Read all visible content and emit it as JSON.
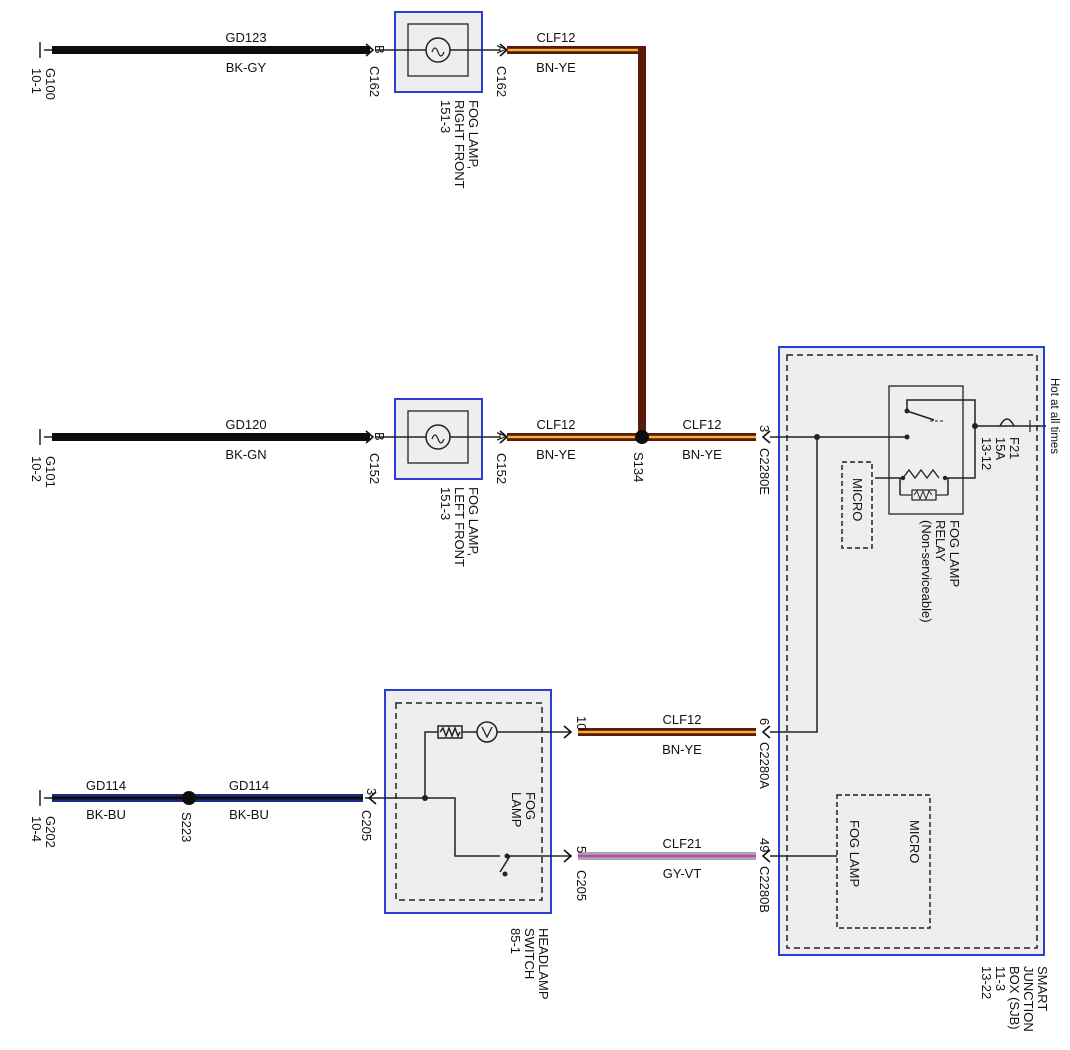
{
  "grounds": {
    "g100": {
      "name": "G100",
      "ref": "10-1"
    },
    "g101": {
      "name": "G101",
      "ref": "10-2"
    },
    "g202": {
      "name": "G202",
      "ref": "10-4"
    }
  },
  "wires": {
    "gd123": {
      "circuit": "GD123",
      "color": "BK-GY"
    },
    "gd120": {
      "circuit": "GD120",
      "color": "BK-GN"
    },
    "gd114a": {
      "circuit": "GD114",
      "color": "BK-BU"
    },
    "gd114b": {
      "circuit": "GD114",
      "color": "BK-BU"
    },
    "clf12_top": {
      "circuit": "CLF12",
      "color": "BN-YE"
    },
    "clf12_mid_left": {
      "circuit": "CLF12",
      "color": "BN-YE"
    },
    "clf12_mid_right": {
      "circuit": "CLF12",
      "color": "BN-YE"
    },
    "clf12_low": {
      "circuit": "CLF12",
      "color": "BN-YE"
    },
    "clf21": {
      "circuit": "CLF21",
      "color": "GY-VT"
    }
  },
  "connectors": {
    "c162_left": {
      "name": "C162",
      "pin": "B"
    },
    "c162_right": {
      "name": "C162",
      "pin": "A"
    },
    "c152_left": {
      "name": "C152",
      "pin": "B"
    },
    "c152_right": {
      "name": "C152",
      "pin": "A"
    },
    "c2280e": {
      "name": "C2280E",
      "pin": "3"
    },
    "c2280a": {
      "name": "C2280A",
      "pin": "6"
    },
    "c2280b": {
      "name": "C2280B",
      "pin": "49"
    },
    "c205_left": {
      "name": "C205",
      "pin": "3"
    },
    "c205_right_10": {
      "pin": "10"
    },
    "c205_right": {
      "name": "C205",
      "pin": "5"
    }
  },
  "splices": {
    "s134": "S134",
    "s223": "S223"
  },
  "components": {
    "fog_right": {
      "lines": [
        "FOG LAMP,",
        "RIGHT FRONT",
        "151-3"
      ]
    },
    "fog_left": {
      "lines": [
        "FOG LAMP,",
        "LEFT FRONT",
        "151-3"
      ]
    },
    "headlamp_switch": {
      "lines": [
        "HEADLAMP",
        "SWITCH",
        "85-1"
      ]
    },
    "switch_internal": {
      "lines": [
        "FOG",
        "LAMP"
      ]
    },
    "sjb": {
      "lines": [
        "SMART",
        "JUNCTION",
        "BOX (SJB)",
        "11-3",
        "13-22"
      ]
    },
    "relay": {
      "lines": [
        "FOG LAMP",
        "RELAY",
        "(Non-serviceable)"
      ]
    },
    "micro_upper": "MICRO",
    "micro_lower": {
      "title": "MICRO",
      "sub": "FOG LAMP"
    },
    "fuse": {
      "lines": [
        "F21",
        "15A",
        "13-12"
      ]
    },
    "hot": "Hot at all times"
  },
  "colors": {
    "black_wire": "#0d0d0d",
    "brown": "#5a1a0c",
    "yellow": "#f2b233",
    "blue_wire": "#1c2a8a",
    "violet": "#c044b8",
    "gray_wire": "#a8a8a8",
    "outline_blue": "#2b3fd0",
    "box_fill": "#eeeeee"
  }
}
